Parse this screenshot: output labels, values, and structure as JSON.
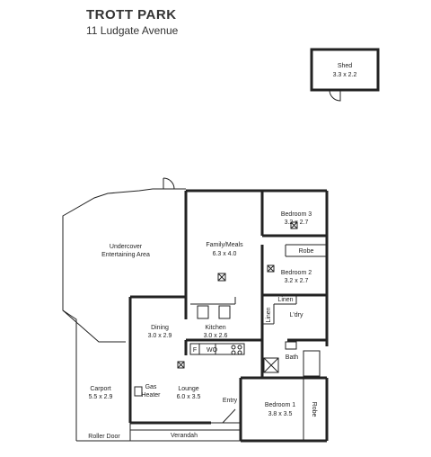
{
  "header": {
    "title": "TROTT PARK",
    "subtitle": "11 Ludgate Avenue"
  },
  "rooms": {
    "shed": {
      "name": "Shed",
      "size": "3.3 x 2.2"
    },
    "bedroom3": {
      "name": "Bedroom 3",
      "size": "3.2 x 2.7"
    },
    "family": {
      "name": "Family/Meals",
      "size": "6.3 x 4.0"
    },
    "undercover": {
      "name": "Undercover",
      "name2": "Entertaining Area"
    },
    "robe_top": {
      "name": "Robe"
    },
    "bedroom2": {
      "name": "Bedroom 2",
      "size": "3.2 x 2.7"
    },
    "linen_upper": {
      "name": "Linen"
    },
    "linen_side": {
      "name": "Linen"
    },
    "laundry": {
      "name": "L'dry"
    },
    "dining": {
      "name": "Dining",
      "size": "3.0 x 2.9"
    },
    "kitchen": {
      "name": "Kitchen",
      "size": "3.0 x 2.6"
    },
    "bath": {
      "name": "Bath"
    },
    "carport": {
      "name": "Carport",
      "size": "5.5 x 2.9"
    },
    "gas_heater": {
      "name": "Gas",
      "name2": "Heater"
    },
    "lounge": {
      "name": "Lounge",
      "size": "6.0 x 3.5"
    },
    "entry": {
      "name": "Entry"
    },
    "bedroom1": {
      "name": "Bedroom 1",
      "size": "3.8 x 3.5"
    },
    "robe_side": {
      "name": "Robe"
    },
    "verandah": {
      "name": "Verandah"
    },
    "roller_door": {
      "name": "Roller Door"
    }
  },
  "fixtures": {
    "fridge": "F",
    "wall_oven": "WO"
  }
}
